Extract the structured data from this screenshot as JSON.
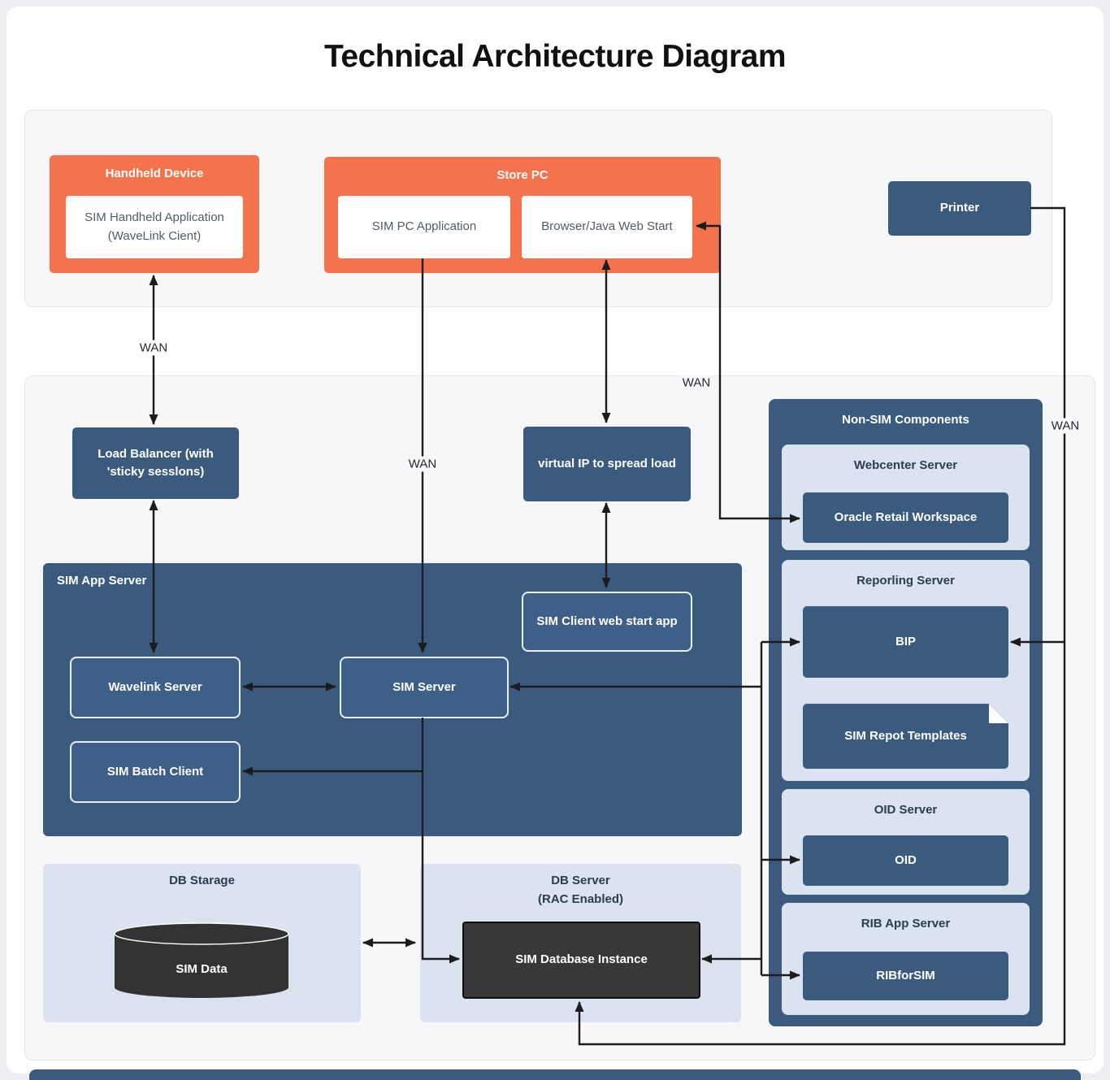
{
  "title": "Technical Architecture Diagram",
  "wan_label": "WAN",
  "handheld": {
    "title": "Handheld Device",
    "app": "SIM Handheld Application (WaveLink Cient)"
  },
  "store_pc": {
    "title": "Store PC",
    "pc_app": "SIM PC Application",
    "browser": "Browser/Java Web Start"
  },
  "printer": {
    "label": "Printer"
  },
  "load_balancer": {
    "line1": "Load Balancer (with",
    "line2": "'sticky sesslons)"
  },
  "virtual_ip": {
    "label": "virtual IP to spread load"
  },
  "sim_app_server": {
    "title": "SIM App Server",
    "wavelink_server": "Wavelink Server",
    "sim_server": "SIM Server",
    "sim_client_web_start": "SIM Client web start app",
    "sim_batch_client": "SIM Batch Client"
  },
  "non_sim": {
    "title": "Non-SIM Components",
    "webcenter": {
      "title": "Webcenter Server",
      "workspace": "Oracle Retail Workspace"
    },
    "reporting": {
      "title": "Reporling Server",
      "bip": "BIP",
      "templates": "SIM Repot Templates"
    },
    "oid": {
      "title": "OID Server",
      "oid": "OID"
    },
    "rib": {
      "title": "RIB App Server",
      "rib_for_sim": "RIBforSIM"
    }
  },
  "db_storage": {
    "title": "DB Starage",
    "sim_data": "SIM Data"
  },
  "db_server": {
    "title": "DB Server",
    "subtitle": "(RAC Enabled)",
    "instance": "SIM Database Instance"
  },
  "colors": {
    "orange": "#f4734c",
    "steel_blue": "#3b5b7e",
    "light_panel": "#dbe3f0",
    "dark_node": "#383838",
    "arrow": "#1c1c1c"
  }
}
